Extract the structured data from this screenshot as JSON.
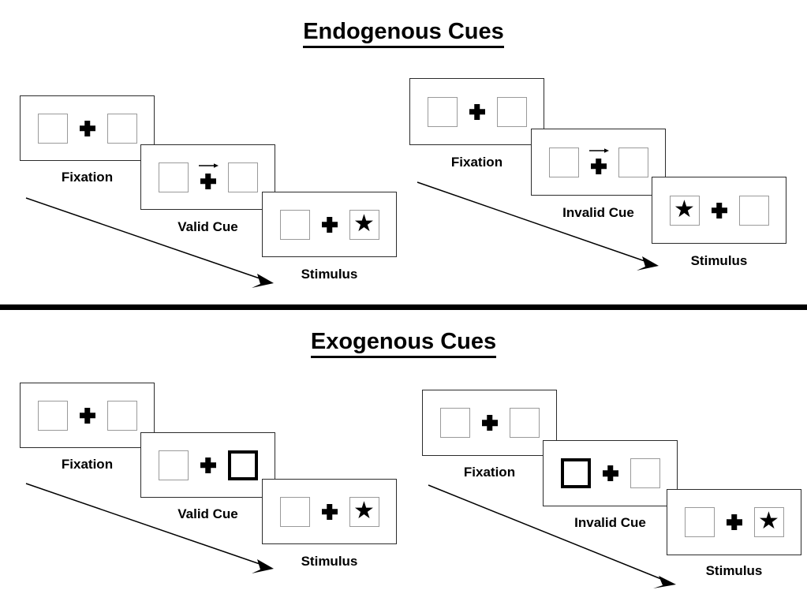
{
  "figure": {
    "sections": [
      {
        "id": "endogenous",
        "title": "Endogenous Cues",
        "conditions": [
          {
            "id": "endogenous-valid",
            "stages": [
              {
                "label": "Fixation",
                "left_box": {
                  "content": "empty",
                  "highlight": false
                },
                "right_box": {
                  "content": "empty",
                  "highlight": false
                },
                "center_cue": "none"
              },
              {
                "label": "Valid Cue",
                "left_box": {
                  "content": "empty",
                  "highlight": false
                },
                "right_box": {
                  "content": "empty",
                  "highlight": false
                },
                "center_cue": "arrow-right"
              },
              {
                "label": "Stimulus",
                "left_box": {
                  "content": "empty",
                  "highlight": false
                },
                "right_box": {
                  "content": "star",
                  "highlight": false
                },
                "center_cue": "none"
              }
            ]
          },
          {
            "id": "endogenous-invalid",
            "stages": [
              {
                "label": "Fixation",
                "left_box": {
                  "content": "empty",
                  "highlight": false
                },
                "right_box": {
                  "content": "empty",
                  "highlight": false
                },
                "center_cue": "none"
              },
              {
                "label": "Invalid Cue",
                "left_box": {
                  "content": "empty",
                  "highlight": false
                },
                "right_box": {
                  "content": "empty",
                  "highlight": false
                },
                "center_cue": "arrow-right"
              },
              {
                "label": "Stimulus",
                "left_box": {
                  "content": "star",
                  "highlight": false
                },
                "right_box": {
                  "content": "empty",
                  "highlight": false
                },
                "center_cue": "none"
              }
            ]
          }
        ]
      },
      {
        "id": "exogenous",
        "title": "Exogenous Cues",
        "conditions": [
          {
            "id": "exogenous-valid",
            "stages": [
              {
                "label": "Fixation",
                "left_box": {
                  "content": "empty",
                  "highlight": false
                },
                "right_box": {
                  "content": "empty",
                  "highlight": false
                },
                "center_cue": "none"
              },
              {
                "label": "Valid Cue",
                "left_box": {
                  "content": "empty",
                  "highlight": false
                },
                "right_box": {
                  "content": "empty",
                  "highlight": true
                },
                "center_cue": "none"
              },
              {
                "label": "Stimulus",
                "left_box": {
                  "content": "empty",
                  "highlight": false
                },
                "right_box": {
                  "content": "star",
                  "highlight": false
                },
                "center_cue": "none"
              }
            ]
          },
          {
            "id": "exogenous-invalid",
            "stages": [
              {
                "label": "Fixation",
                "left_box": {
                  "content": "empty",
                  "highlight": false
                },
                "right_box": {
                  "content": "empty",
                  "highlight": false
                },
                "center_cue": "none"
              },
              {
                "label": "Invalid Cue",
                "left_box": {
                  "content": "empty",
                  "highlight": true
                },
                "right_box": {
                  "content": "empty",
                  "highlight": false
                },
                "center_cue": "none"
              },
              {
                "label": "Stimulus",
                "left_box": {
                  "content": "empty",
                  "highlight": false
                },
                "right_box": {
                  "content": "star",
                  "highlight": false
                },
                "center_cue": "none"
              }
            ]
          }
        ]
      }
    ],
    "icons": {
      "star_glyph": "★",
      "fixation_glyph": "fixation-cross",
      "cue_arrow_glyph": "arrow-right-icon",
      "time_arrow_glyph": "time-flow-arrow"
    },
    "colors": {
      "ink": "#000000",
      "frame_border": "#2b2b2b",
      "box_border": "#9a9a9a",
      "box_highlight_border": "#000000",
      "background": "#ffffff",
      "divider": "#000000"
    },
    "labels": {
      "fixation": "Fixation",
      "valid_cue": "Valid Cue",
      "invalid_cue": "Invalid Cue",
      "stimulus": "Stimulus"
    }
  }
}
